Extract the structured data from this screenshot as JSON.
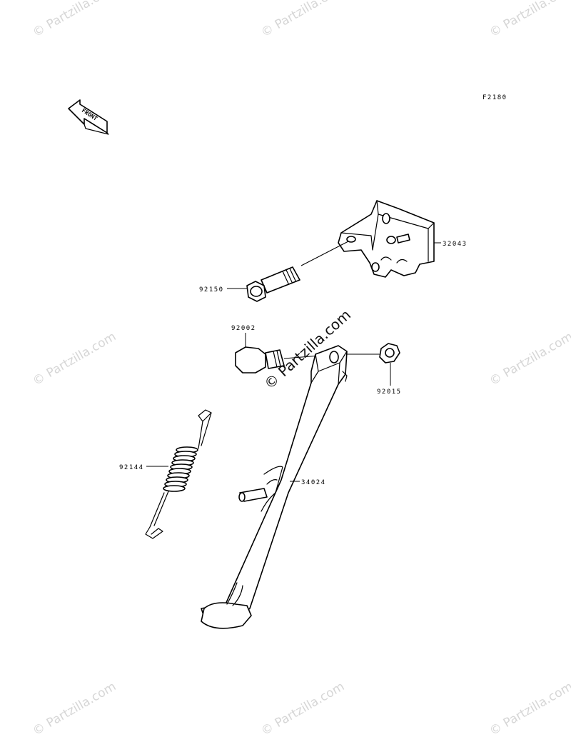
{
  "figure_code": "F2180",
  "front_label": "FRONT",
  "watermark": "© Partzilla.com",
  "parts": {
    "bracket": "32043",
    "bolt_long": "92150",
    "bolt_short": "92002",
    "nut": "92015",
    "spring": "92144",
    "stand": "34024"
  }
}
